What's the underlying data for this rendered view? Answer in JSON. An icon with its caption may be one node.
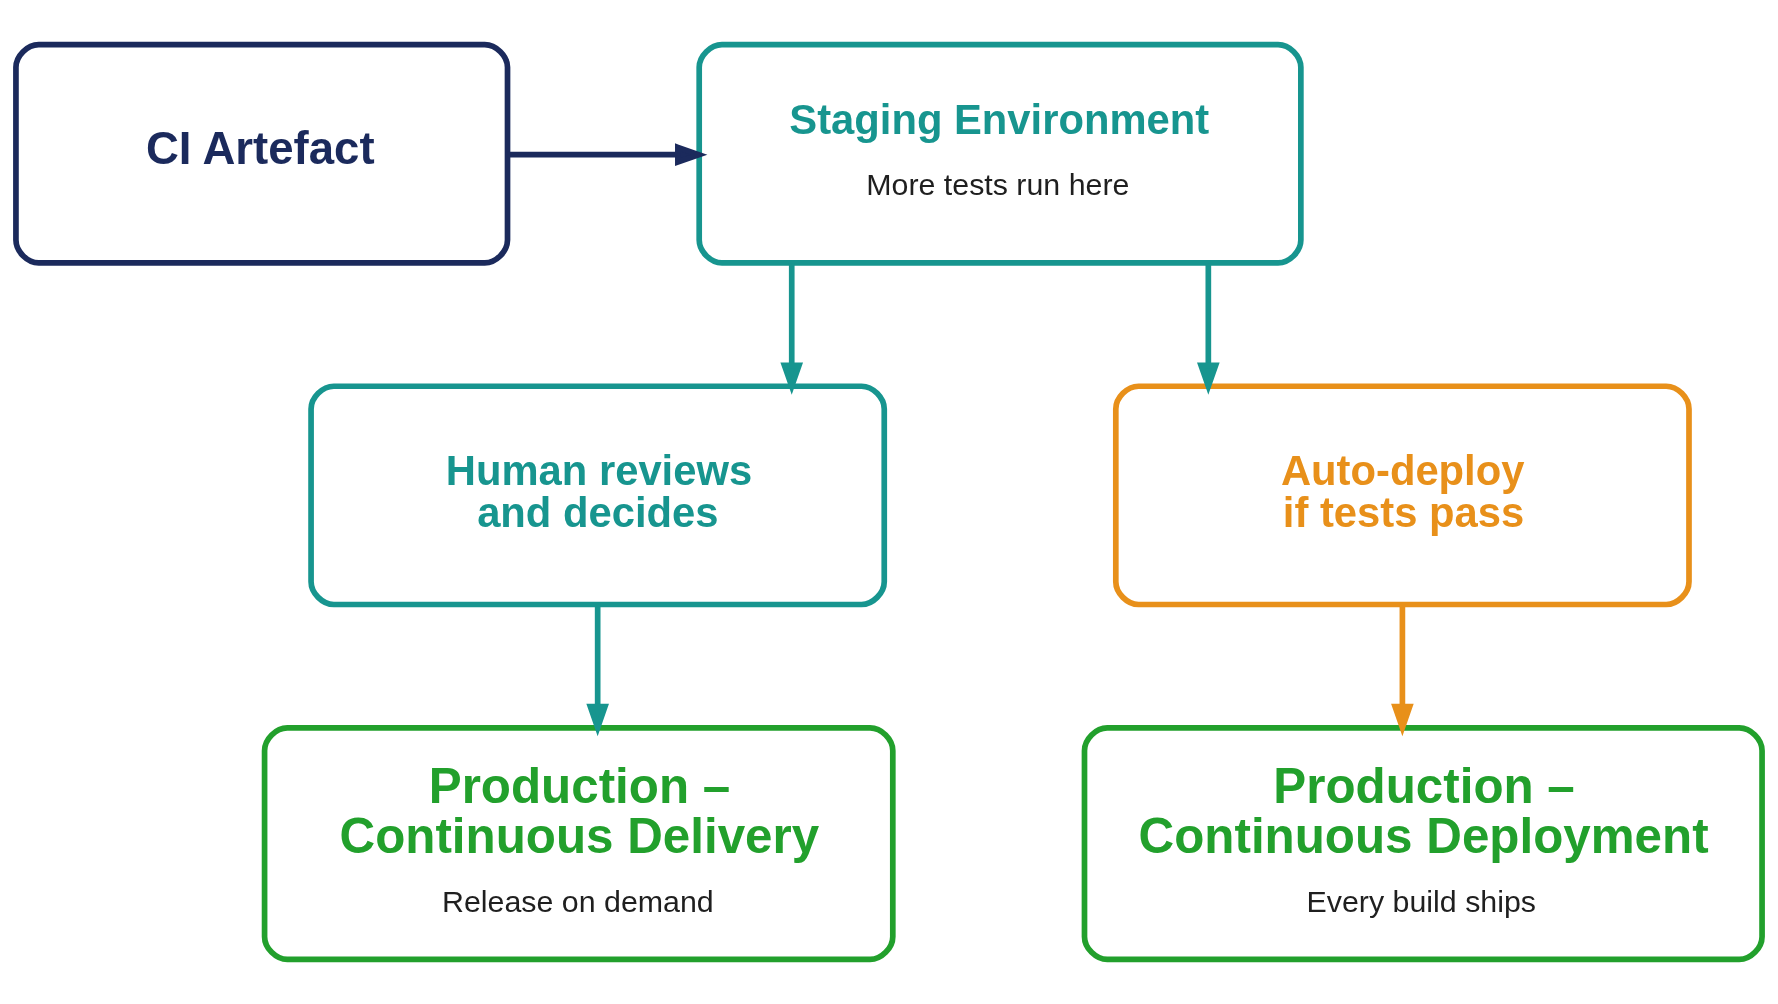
{
  "diagram": {
    "nodes": [
      {
        "text": [
          "CI Artefact"
        ]
      },
      {
        "text": [
          "Staging Environment",
          "More tests run here"
        ]
      },
      {
        "text": [
          "Human reviews and decides"
        ]
      },
      {
        "text": [
          "Auto-deploy if tests pass"
        ]
      },
      {
        "text": [
          "Production – Continuous Delivery",
          "Release on demand"
        ]
      },
      {
        "text": [
          "Production – Continuous Deployment",
          "Every build ships"
        ]
      }
    ],
    "edges": [
      {
        "from": 0,
        "to": 1,
        "arrow": "to",
        "color": "#1b2a5c"
      },
      {
        "from": 1,
        "to": 2,
        "arrow": "to"
      },
      {
        "from": 1,
        "to": 3,
        "arrow": "to"
      },
      {
        "from": 2,
        "to": 4,
        "arrow": "to"
      },
      {
        "from": 3,
        "to": 5,
        "arrow": "to",
        "color": "#e8901a"
      }
    ]
  }
}
